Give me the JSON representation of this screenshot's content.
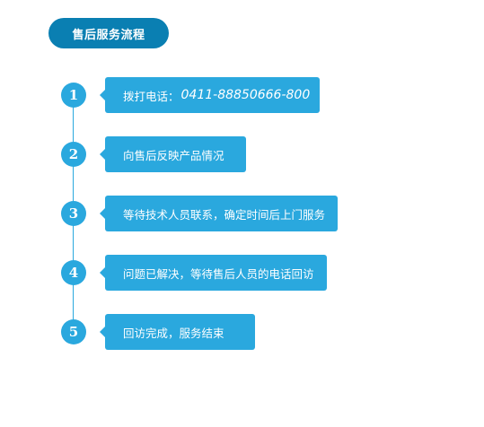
{
  "title": "售后服务流程",
  "steps": [
    {
      "number": "1",
      "label": "拨打电话：",
      "phone": "0411-88850666-800"
    },
    {
      "number": "2",
      "label": "向售后反映产品情况"
    },
    {
      "number": "3",
      "label": "等待技术人员联系，确定时间后上门服务"
    },
    {
      "number": "4",
      "label": "问题已解决，等待售后人员的电话回访"
    },
    {
      "number": "5",
      "label": "回访完成，服务结束"
    }
  ],
  "colors": {
    "title_bg": "#0a7fb2",
    "accent": "#2aa8de",
    "text": "#ffffff"
  }
}
